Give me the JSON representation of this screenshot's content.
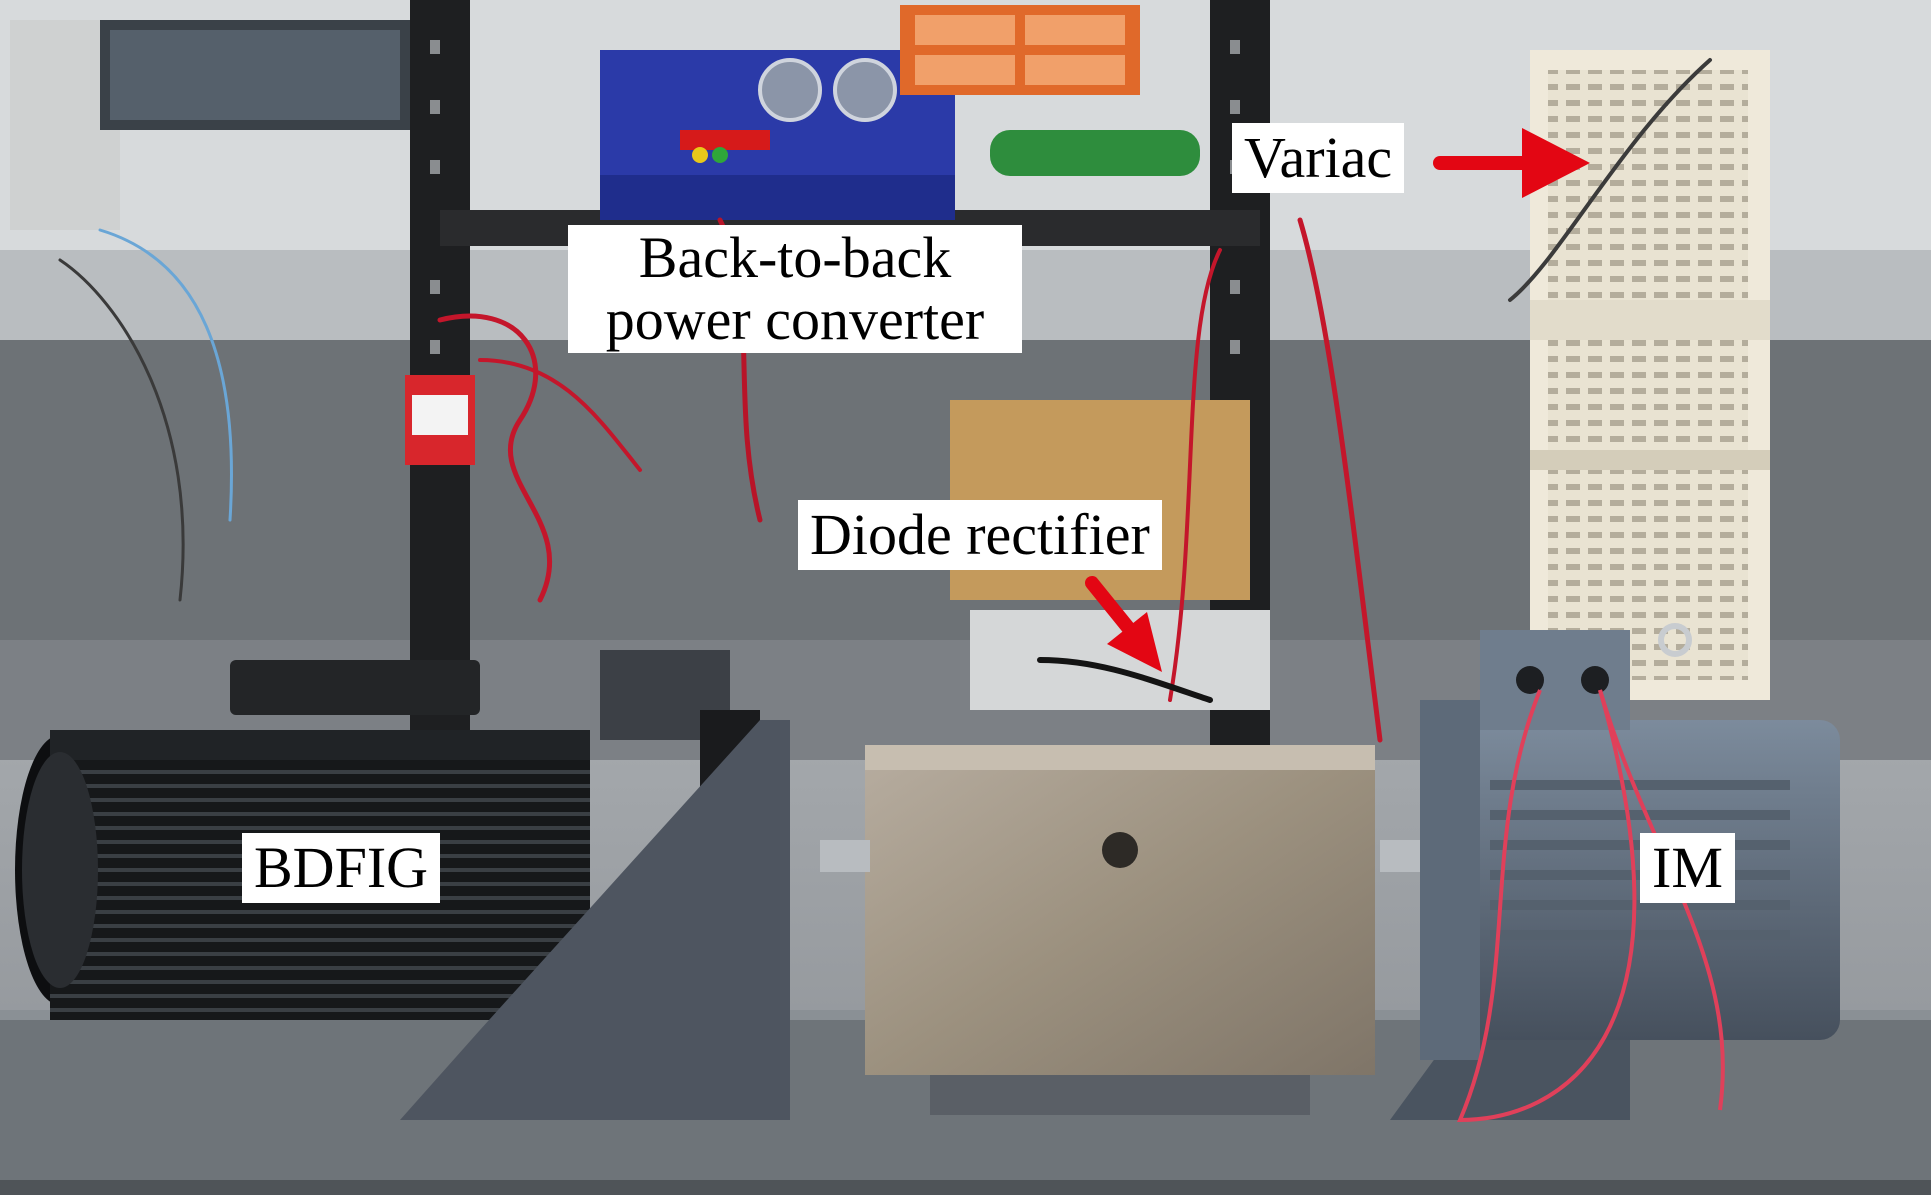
{
  "labels": {
    "variac": "Variac",
    "back_to_back_line1": "Back-to-back",
    "back_to_back_line2": "power converter",
    "diode_rectifier": "Diode rectifier",
    "bdfig": "BDFIG",
    "im": "IM"
  },
  "colors": {
    "arrow": "#e30613",
    "label_bg": "#ffffff",
    "label_text": "#000000"
  }
}
